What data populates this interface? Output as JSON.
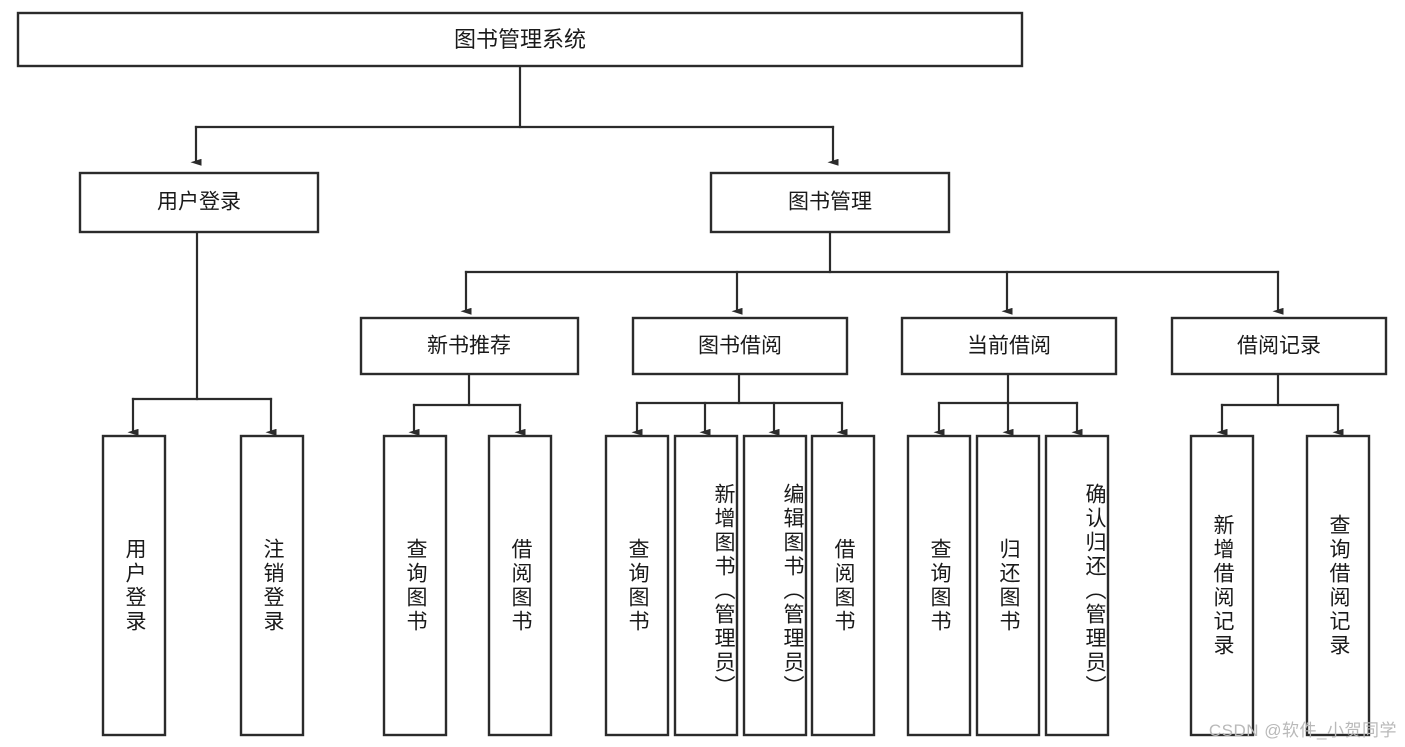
{
  "diagram": {
    "title": "图书管理系统",
    "type": "tree-hierarchy",
    "orientation": "top-down",
    "root": {
      "label": "图书管理系统"
    },
    "level1": [
      {
        "label": "用户登录"
      },
      {
        "label": "图书管理"
      }
    ],
    "level2": [
      {
        "label": "新书推荐"
      },
      {
        "label": "图书借阅"
      },
      {
        "label": "当前借阅"
      },
      {
        "label": "借阅记录"
      }
    ],
    "leaves": {
      "user_login": [
        {
          "label": "用户登录"
        },
        {
          "label": "注销登录"
        }
      ],
      "new_book_recommend": [
        {
          "label": "查询图书"
        },
        {
          "label": "借阅图书"
        }
      ],
      "book_borrow": [
        {
          "label": "查询图书"
        },
        {
          "label": "新增图书（管理员）"
        },
        {
          "label": "编辑图书（管理员）"
        },
        {
          "label": "借阅图书"
        }
      ],
      "current_borrow": [
        {
          "label": "查询图书"
        },
        {
          "label": "归还图书"
        },
        {
          "label": "确认归还（管理员）"
        }
      ],
      "borrow_record": [
        {
          "label": "新增借阅记录"
        },
        {
          "label": "查询借阅记录"
        }
      ]
    }
  },
  "watermark": {
    "text": "CSDN @软件_小贺同学"
  },
  "colors": {
    "box_stroke": "#2b2b2b",
    "box_fill": "#ffffff",
    "text": "#1a1a1a",
    "background": "#ffffff",
    "watermark": "#b9b9b9"
  }
}
